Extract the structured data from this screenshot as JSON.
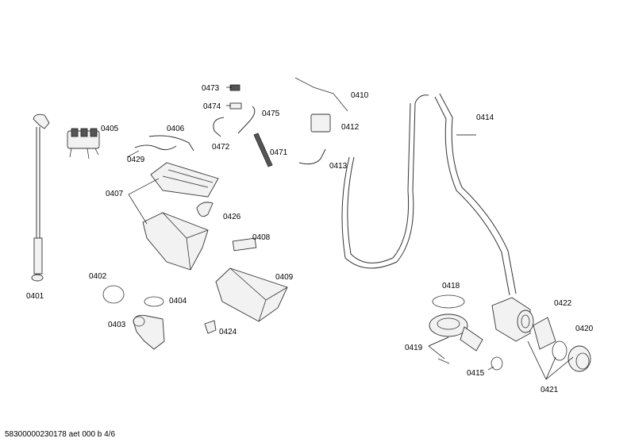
{
  "callouts": [
    {
      "id": "0401",
      "text": "0401"
    },
    {
      "id": "0402",
      "text": "0402"
    },
    {
      "id": "0403",
      "text": "0403"
    },
    {
      "id": "0404",
      "text": "0404"
    },
    {
      "id": "0405",
      "text": "0405"
    },
    {
      "id": "0406",
      "text": "0406"
    },
    {
      "id": "0407",
      "text": "0407"
    },
    {
      "id": "0408",
      "text": "0408"
    },
    {
      "id": "0409",
      "text": "0409"
    },
    {
      "id": "0410",
      "text": "0410"
    },
    {
      "id": "0412",
      "text": "0412"
    },
    {
      "id": "0413",
      "text": "0413"
    },
    {
      "id": "0414",
      "text": "0414"
    },
    {
      "id": "0415",
      "text": "0415"
    },
    {
      "id": "0418",
      "text": "0418"
    },
    {
      "id": "0419",
      "text": "0419"
    },
    {
      "id": "0420",
      "text": "0420"
    },
    {
      "id": "0421",
      "text": "0421"
    },
    {
      "id": "0422",
      "text": "0422"
    },
    {
      "id": "0424",
      "text": "0424"
    },
    {
      "id": "0426",
      "text": "0426"
    },
    {
      "id": "0429",
      "text": "0429"
    },
    {
      "id": "0471",
      "text": "0471"
    },
    {
      "id": "0472",
      "text": "0472"
    },
    {
      "id": "0473",
      "text": "0473"
    },
    {
      "id": "0474",
      "text": "0474"
    },
    {
      "id": "0475",
      "text": "0475"
    }
  ],
  "footer": "58300000230178 aet 000 b 4/6"
}
